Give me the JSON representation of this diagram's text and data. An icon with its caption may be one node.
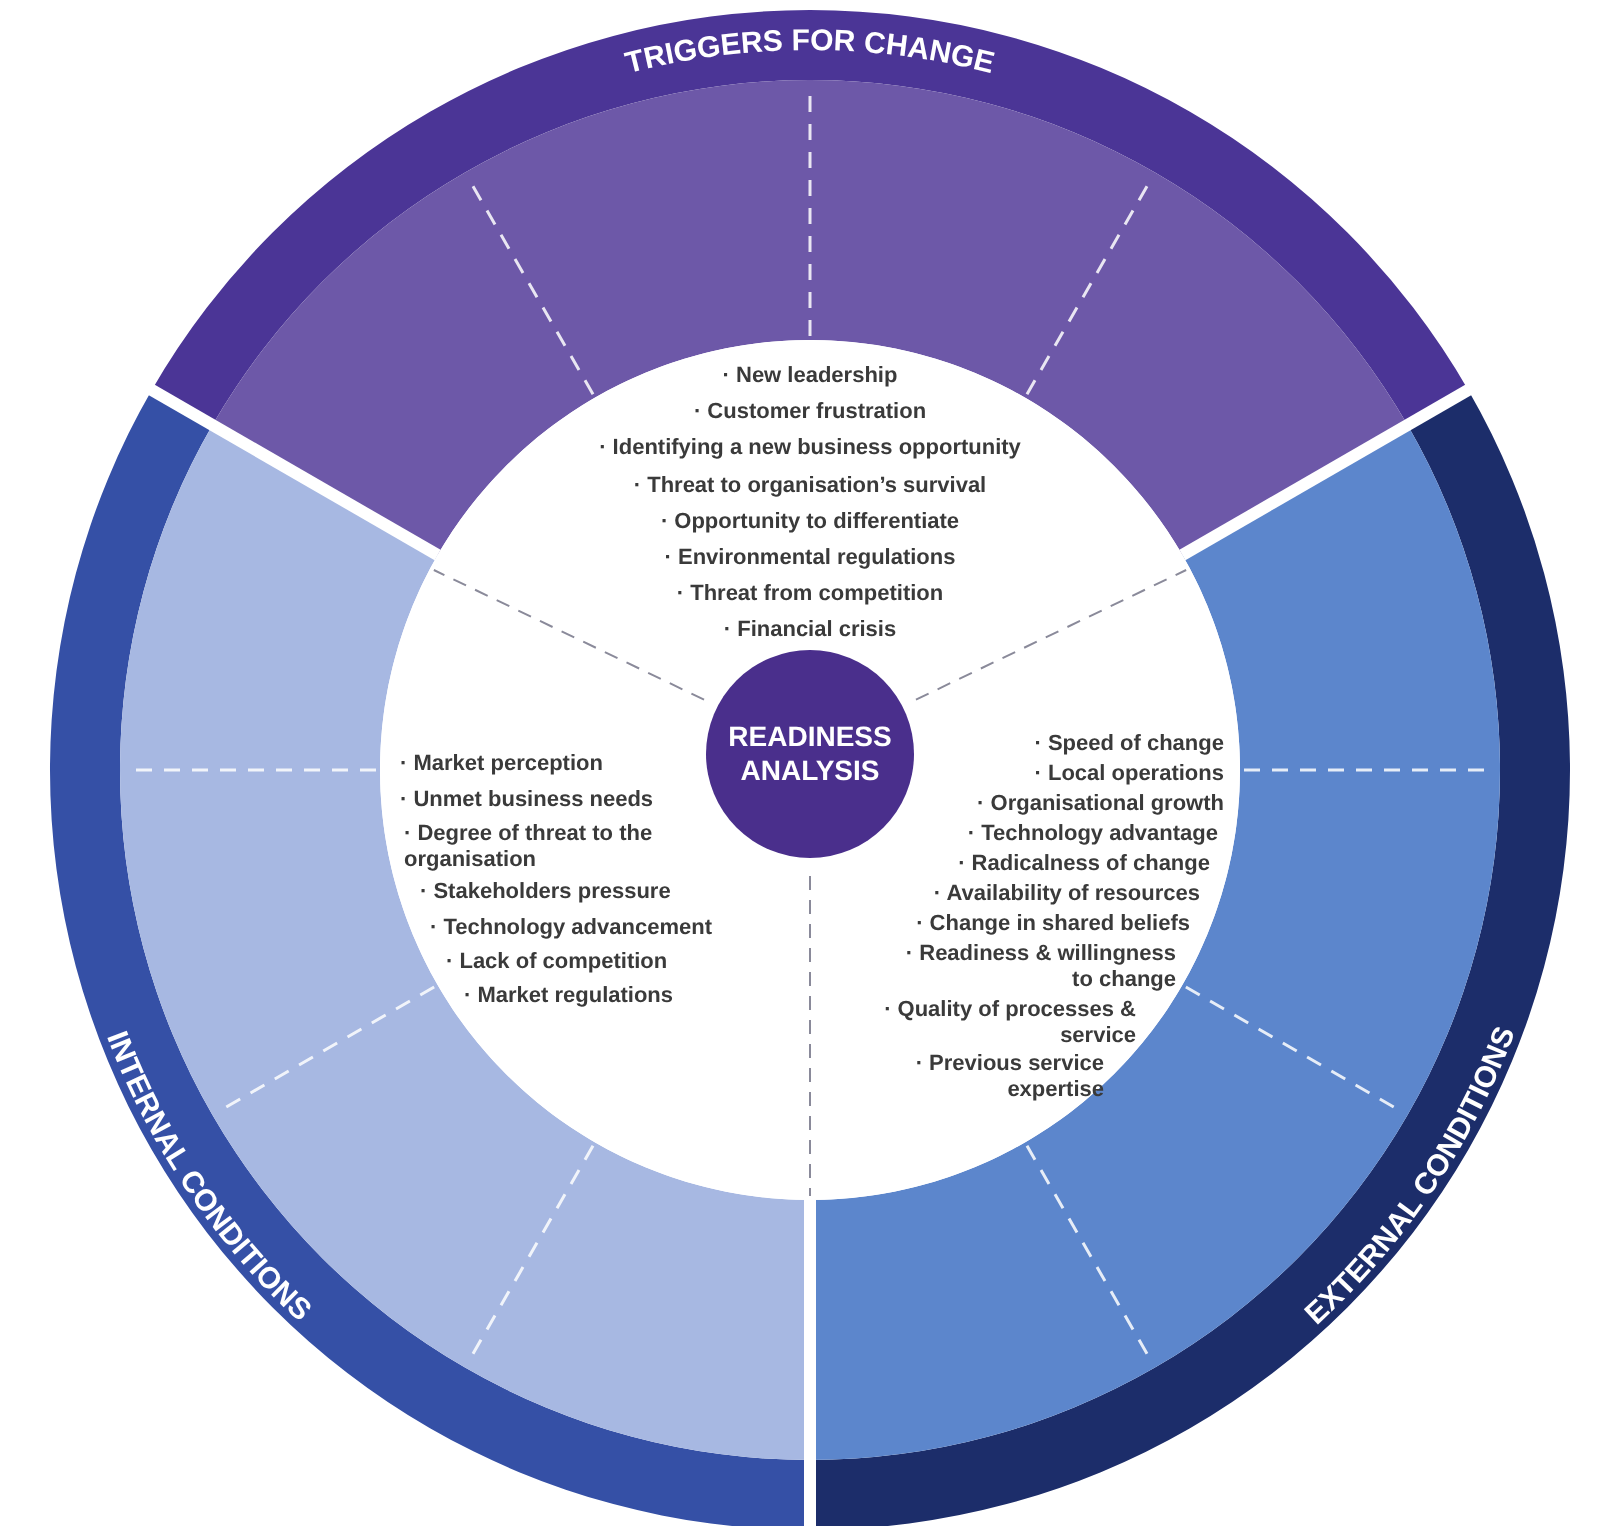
{
  "diagram": {
    "nodes": [
      {
        "text": [
          "TRIGGERS FOR CHANGE"
        ]
      },
      {
        "text": [
          "INTERNAL CONDITIONS"
        ]
      },
      {
        "text": [
          "EXTERNAL CONDITIONS"
        ]
      },
      {
        "text": [
          "READINESS ANALYSIS"
        ]
      }
    ],
    "edges": [],
    "labels": [
      "· New leadership",
      "· Customer frustration",
      "· Identifying a new business opportunity",
      "· Threat to organisation’s survival",
      "· Opportunity to differentiate",
      "· Environmental regulations",
      "· Threat from competition",
      "· Financial crisis",
      "· Market perception",
      "· Unmet business needs",
      "· Degree of threat to the organisation",
      "· Stakeholders pressure",
      "· Technology advancement",
      "· Lack of competition",
      "· Market regulations",
      "· Speed of change",
      "· Local operations",
      "· Organisational growth",
      "· Technology advantage",
      "· Radicalness of change",
      "· Availability of resources",
      "· Change in shared beliefs",
      "· Readiness & willingness to change",
      "· Quality of processes & service",
      "· Previous service expertise"
    ]
  }
}
